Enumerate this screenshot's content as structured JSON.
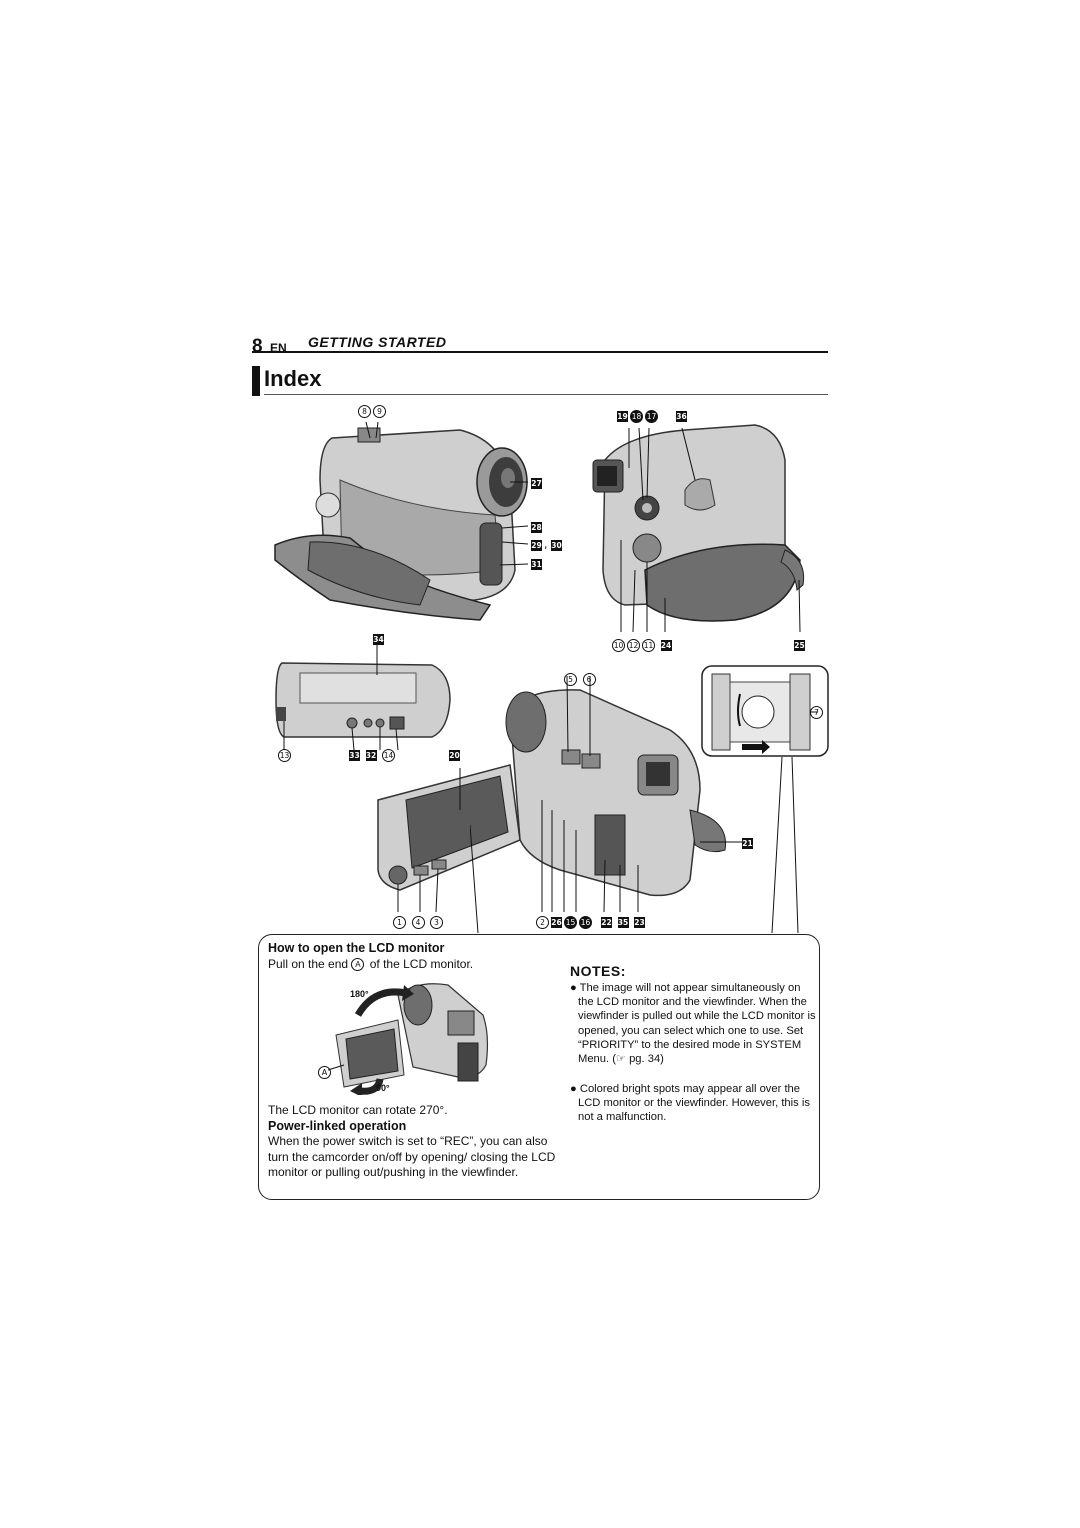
{
  "header": {
    "page_number": "8",
    "language": "EN",
    "section": "GETTING STARTED"
  },
  "index": {
    "title": "Index"
  },
  "callouts": {
    "c8": "8",
    "c9": "9",
    "c27": "27",
    "c28": "28",
    "c29": "29",
    "c30": "30",
    "c29_30_sep": ",",
    "c31": "31",
    "c19": "19",
    "c18": "18",
    "c17": "17",
    "c36": "36",
    "c10": "10",
    "c12": "12",
    "c11": "11",
    "c24": "24",
    "c25": "25",
    "c34": "34",
    "c13": "13",
    "c33": "33",
    "c32": "32",
    "c14": "14",
    "c5": "5",
    "c6": "6",
    "c7": "7",
    "c20": "20",
    "c21": "21",
    "c1": "1",
    "c4": "4",
    "c3": "3",
    "c2": "2",
    "c26": "26",
    "c15": "15",
    "c16": "16",
    "c22": "22",
    "c35": "35",
    "c23": "23"
  },
  "lcd_box": {
    "how_title": "How to open the LCD monitor",
    "how_text_pre": "Pull on the end",
    "how_marker": "A",
    "how_text_post": "of the LCD monitor.",
    "angle_180": "180°",
    "angle_90": "90°",
    "marker_a": "A",
    "rotate_text": "The LCD monitor can rotate 270°.",
    "power_title": "Power-linked operation",
    "power_text": "When the power switch is set to “REC”, you can also turn the camcorder on/off by opening/ closing the LCD monitor or pulling out/pushing in the viewfinder."
  },
  "notes": {
    "title": "NOTES:",
    "items": [
      "● The image will not appear simultaneously on the LCD monitor and the viewfinder. When the viewfinder is pulled out while the LCD monitor is opened, you can select which one to use. Set “PRIORITY” to the desired mode in SYSTEM Menu. (☞ pg. 34)",
      "● Colored bright spots may appear all over the LCD monitor or the viewfinder. However, this is not a malfunction."
    ]
  }
}
